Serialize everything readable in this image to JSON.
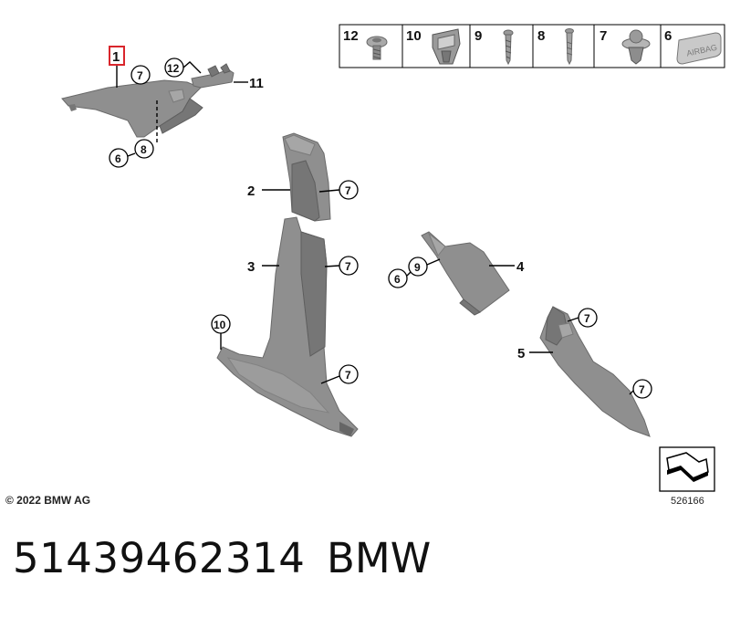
{
  "callouts": {
    "c1": "1",
    "c2": "2",
    "c3": "3",
    "c4": "4",
    "c5": "5",
    "c6a": "6",
    "c6b": "6",
    "c7a": "7",
    "c7b": "7",
    "c7c": "7",
    "c7d": "7",
    "c7e": "7",
    "c7f": "7",
    "c8": "8",
    "c9": "9",
    "c10": "10",
    "c11": "11",
    "c12": "12"
  },
  "legend": {
    "items": [
      {
        "number": "12",
        "icon": "screw-icon"
      },
      {
        "number": "10",
        "icon": "clip-icon"
      },
      {
        "number": "9",
        "icon": "long-screw-icon"
      },
      {
        "number": "8",
        "icon": "long-screw-icon"
      },
      {
        "number": "7",
        "icon": "expanding-rivet-icon"
      },
      {
        "number": "6",
        "icon": "airbag-badge-icon"
      }
    ],
    "badge_text": "AIRBAG"
  },
  "footer": {
    "copyright": "© 2022 BMW AG",
    "diagram_id": "526166",
    "part_number": "51439462314",
    "brand": "BMW"
  },
  "colors": {
    "part_fill": "#8f8f8f",
    "highlight_box": "#d9262c",
    "line": "#000000"
  }
}
